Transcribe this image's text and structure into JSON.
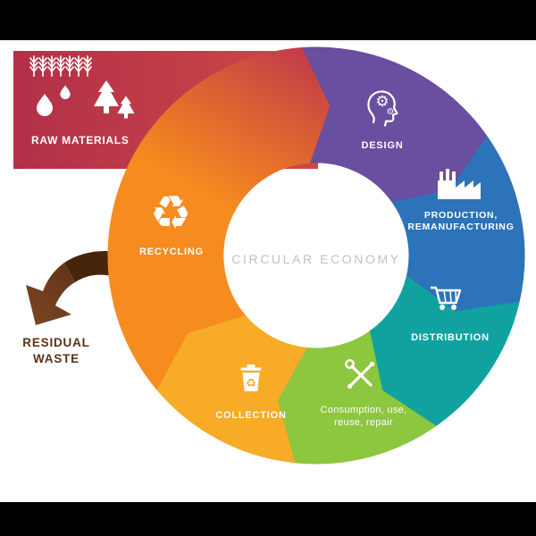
{
  "diagram": {
    "title": "CIRCULAR ECONOMY",
    "title_color": "#c2c2c2",
    "background_color": "#ffffff",
    "frame_color": "#000000"
  },
  "segments": [
    {
      "id": "design",
      "label": "DESIGN",
      "color": "#6a4ea0",
      "icon": "head-gears-icon"
    },
    {
      "id": "production",
      "label_line1": "PRODUCTION,",
      "label_line2": "REMANUFACTURING",
      "color": "#2d73b9",
      "icon": "factory-icon"
    },
    {
      "id": "distribution",
      "label": "DISTRIBUTION",
      "color": "#11a2a0",
      "icon": "shopping-cart-icon"
    },
    {
      "id": "consumption",
      "label_line1": "Consumption, use,",
      "label_line2": "reuse, repair",
      "color": "#8dc63f",
      "icon": "tools-icon"
    },
    {
      "id": "collection",
      "label": "COLLECTION",
      "color": "#f8ab26",
      "icon": "trash-bin-icon"
    },
    {
      "id": "recycling",
      "label": "RECYCLING",
      "color": "#f68b1f",
      "color_mid": "#dd6232",
      "color_top": "#c23b4a",
      "icon": "recycle-icon"
    }
  ],
  "raw_materials": {
    "label": "RAW MATERIALS",
    "color_left": "#b23048",
    "color_right": "#ce4847",
    "icons": [
      "wheat-icon",
      "water-drops-icon",
      "pine-trees-icon"
    ]
  },
  "residual_waste": {
    "label_line1": "RESIDUAL",
    "label_line2": "WASTE",
    "arrow_color": "#613418",
    "arrow_color_dark": "#46250c",
    "arrow_color_light": "#7b4521",
    "text_color": "#5d3215"
  }
}
